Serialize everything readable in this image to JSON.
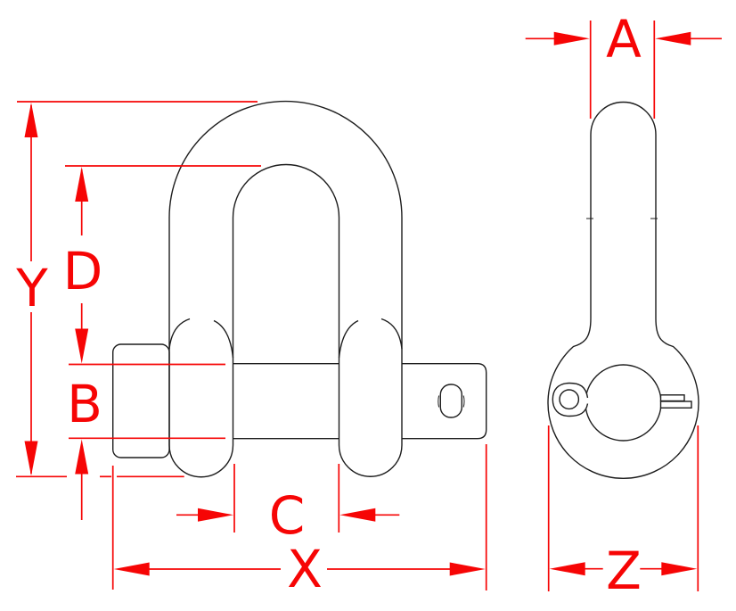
{
  "drawing": {
    "type": "technical-dimension-drawing",
    "subject": "screw-pin-shackle-two-views",
    "views": [
      "front",
      "side"
    ]
  },
  "colors": {
    "dimension_red": "#f60505",
    "outline_black": "#1d1d1d",
    "background": "#ffffff"
  },
  "labels": {
    "a": "A",
    "b": "B",
    "c": "C",
    "d": "D",
    "x": "X",
    "y": "Y",
    "z": "Z"
  }
}
